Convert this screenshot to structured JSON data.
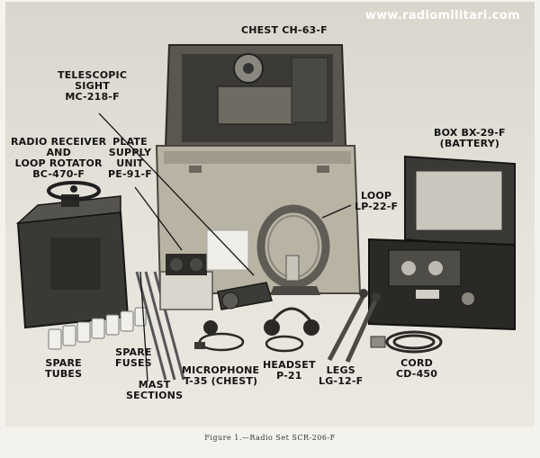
{
  "watermark": "www.radiomilitari.com",
  "caption": "Figure 1.—Radio Set SCR-206-F",
  "labels": {
    "chest": [
      "CHEST CH-63-F"
    ],
    "telescopic_sight": [
      "TELESCOPIC",
      "SIGHT",
      "MC-218-F"
    ],
    "radio_receiver": [
      "RADIO RECEIVER",
      "AND",
      "LOOP ROTATOR",
      "BC-470-F"
    ],
    "plate_supply": [
      "PLATE",
      "SUPPLY",
      "UNIT",
      "PE-91-F"
    ],
    "battery_box": [
      "BOX BX-29-F",
      "(BATTERY)"
    ],
    "loop": [
      "LOOP",
      "LP-22-F"
    ],
    "spare_tubes": [
      "SPARE",
      "TUBES"
    ],
    "spare_fuses": [
      "SPARE",
      "FUSES"
    ],
    "mast_sections": [
      "MAST",
      "SECTIONS"
    ],
    "microphone": [
      "MICROPHONE",
      "T-35 (CHEST)"
    ],
    "headset": [
      "HEADSET",
      "P-21"
    ],
    "legs": [
      "LEGS",
      "LG-12-F"
    ],
    "cord": [
      "CORD",
      "CD-450"
    ]
  }
}
